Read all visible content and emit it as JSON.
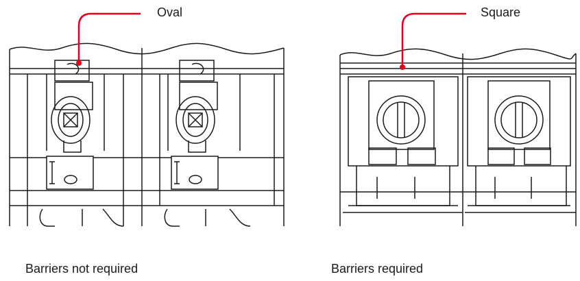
{
  "left": {
    "callout": "Oval",
    "caption": "Barriers not required"
  },
  "right": {
    "callout": "Square",
    "caption": "Barriers required"
  },
  "colors": {
    "callout_line": "#e4001b",
    "drawing_line": "#1a1a1a"
  }
}
